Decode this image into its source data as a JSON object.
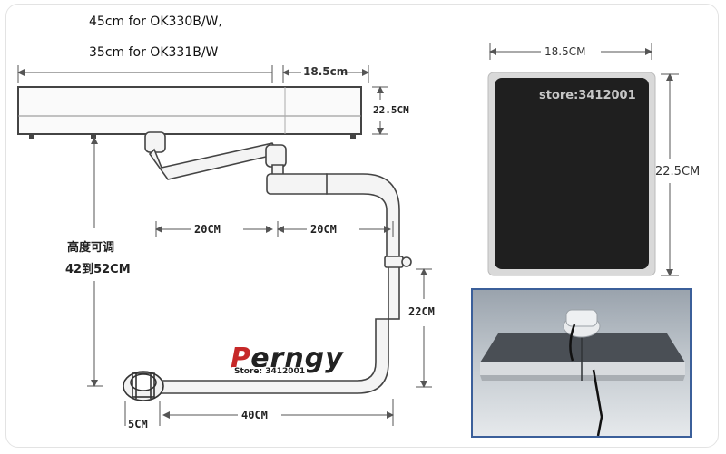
{
  "notes": {
    "line1": "45cm for OK330B/W,",
    "line2": "35cm for OK331B/W"
  },
  "dimensions": {
    "width_top": "18.5cm",
    "tray_height": "22.5CM",
    "arm_left": "20CM",
    "arm_right": "20CM",
    "height_label_cn": "高度可调",
    "height_range_cn": "42到52CM",
    "column_height": "22CM",
    "clamp_width": "5CM",
    "base_length": "40CM",
    "pad_width": "18.5CM",
    "pad_height": "22.5CM"
  },
  "watermarks": {
    "store_pad": "store:3412001",
    "brand_prefix": "P",
    "brand_rest": "erngy",
    "store_brand": "Store: 3412001"
  },
  "colors": {
    "line": "#555555",
    "pad": "#1f1f1f",
    "photo_frame": "#3b5f9a",
    "brand_accent": "#c62828"
  }
}
